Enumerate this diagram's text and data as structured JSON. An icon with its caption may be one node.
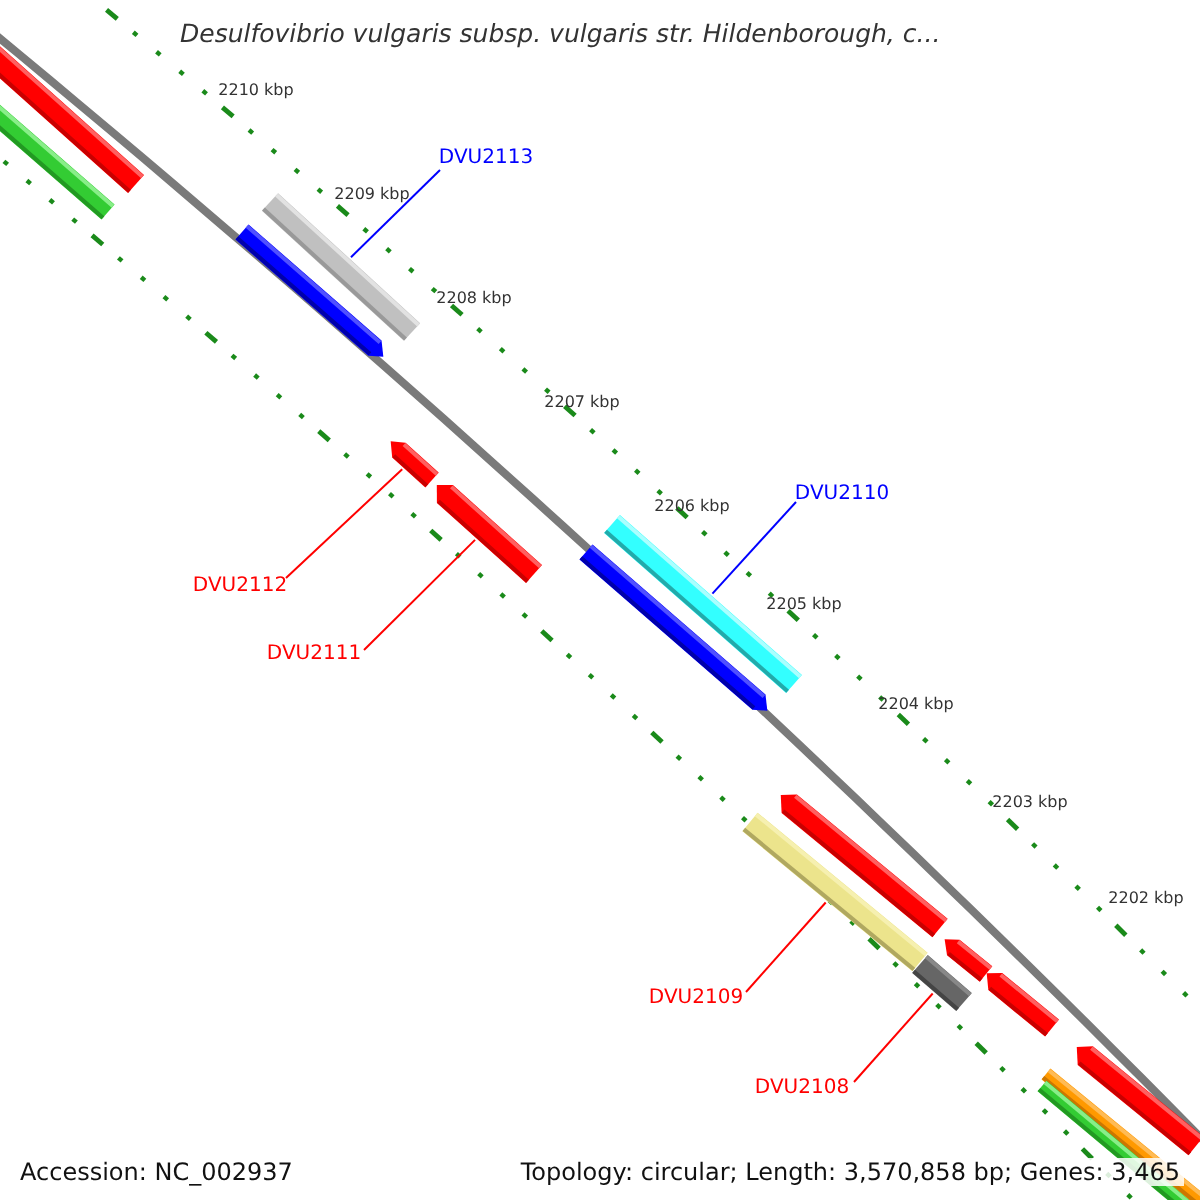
{
  "diagram": {
    "title": "Desulfovibrio vulgaris subsp. vulgaris str. Hildenborough, c...",
    "nodes": [
      {
        "text": [
          "DVU2113"
        ]
      },
      {
        "text": [
          "DVU2110"
        ]
      },
      {
        "text": [
          "DVU2112"
        ]
      },
      {
        "text": [
          "DVU2111"
        ]
      },
      {
        "text": [
          "DVU2109"
        ]
      },
      {
        "text": [
          "DVU2108"
        ]
      },
      {
        "text": [],
        "shape": "bar"
      },
      {
        "text": [],
        "shape": "bar"
      },
      {
        "text": [],
        "shape": "bar"
      },
      {
        "text": [],
        "shape": "bar"
      },
      {
        "text": [],
        "shape": "bar"
      },
      {
        "text": [],
        "shape": "bar"
      },
      {
        "text": [],
        "shape": "bar"
      },
      {
        "text": [],
        "shape": "bar"
      },
      {
        "text": [],
        "shape": "bar"
      },
      {
        "text": [],
        "shape": "bar"
      },
      {
        "text": [],
        "shape": "bar"
      },
      {
        "text": [],
        "shape": "bar"
      },
      {
        "text": [],
        "shape": "bar"
      },
      {
        "text": [],
        "shape": "bar"
      },
      {
        "text": [],
        "shape": "bar"
      },
      {
        "text": [],
        "shape": "bar"
      }
    ],
    "edges": [
      {
        "from": 0,
        "to": 8,
        "arrow": "none",
        "color": "#0000ff"
      },
      {
        "from": 1,
        "to": 12,
        "arrow": "none",
        "color": "#0000ff"
      },
      {
        "from": 2,
        "to": 10,
        "arrow": "none"
      },
      {
        "from": 3,
        "to": 11,
        "arrow": "none"
      },
      {
        "from": 4,
        "to": 15,
        "arrow": "none"
      },
      {
        "from": 5,
        "to": 16,
        "arrow": "none"
      }
    ],
    "labels": [
      "2210 kbp",
      "2209 kbp",
      "2208 kbp",
      "2207 kbp",
      "2206 kbp",
      "2205 kbp",
      "2204 kbp",
      "2203 kbp",
      "2202 kbp",
      "Accession: NC_002937",
      "Topology: circular; Length: 3,570,858 bp; Genes: 3,465"
    ]
  }
}
